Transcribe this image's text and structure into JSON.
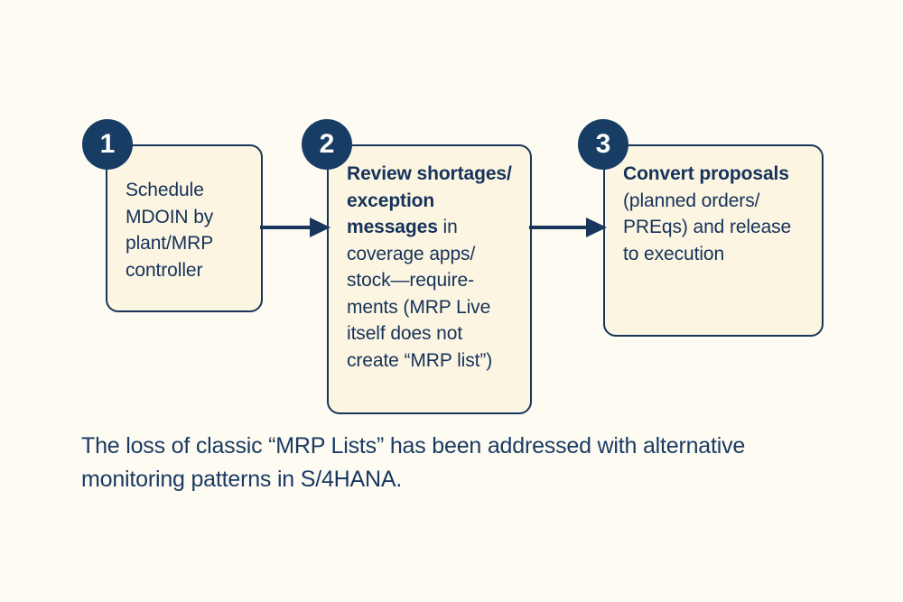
{
  "diagram": {
    "type": "flow",
    "background_color": "#fdfbf2",
    "accent_color": "#183d65",
    "card_fill_color": "#fcf5e2",
    "text_color": "#15325a",
    "steps": [
      {
        "number": "1",
        "lead": "",
        "body": "Schedule MDOIN by plant/MRP controller"
      },
      {
        "number": "2",
        "lead": "Review shortages/ exception messages",
        "body": " in coverage apps/ stock—require-ments (MRP Live itself does not create “MRP list”)"
      },
      {
        "number": "3",
        "lead": "Convert proposals",
        "body": " (planned orders/ PREqs) and release to execution"
      }
    ],
    "connectors": [
      {
        "from": "1",
        "to": "2",
        "shape": "right-arrow"
      },
      {
        "from": "2",
        "to": "3",
        "shape": "right-arrow"
      }
    ]
  },
  "caption": {
    "text": "The loss of classic “MRP Lists” has been addressed with alternative monitoring patterns in S/4HANA."
  }
}
